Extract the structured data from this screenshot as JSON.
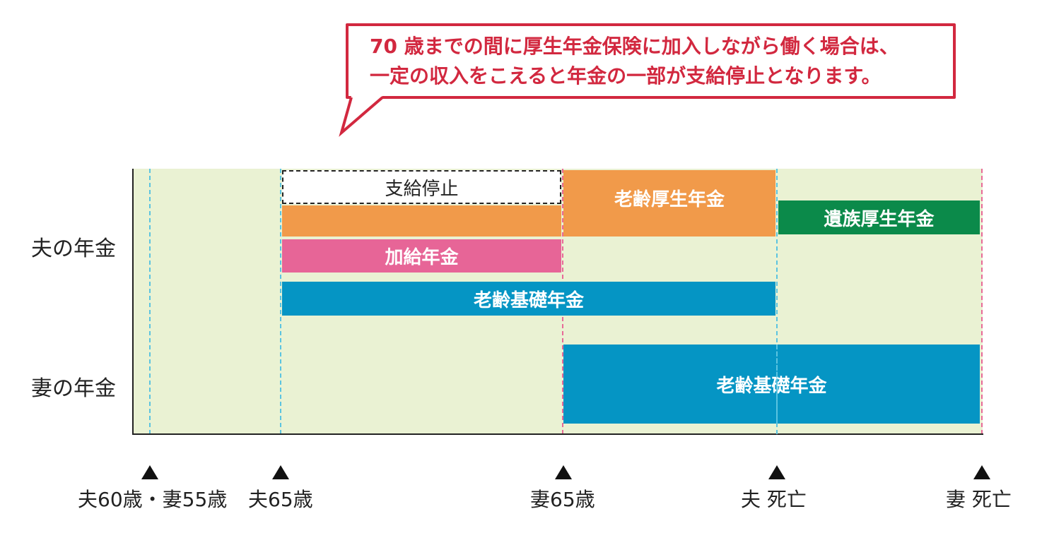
{
  "callout": {
    "line1": "70 歳までの間に厚生年金保険に加入しながら働く場合は、",
    "line2": "一定の収入をこえると年金の一部が支給停止となります。"
  },
  "rows": {
    "husband": "夫の年金",
    "wife": "妻の年金"
  },
  "bars": {
    "suspended": "支給停止",
    "old_age_employee_pension": "老齢厚生年金",
    "survivor_employee_pension": "遺族厚生年金",
    "spousal_supplement": "加給年金",
    "old_age_basic_pension_husband": "老齢基礎年金",
    "old_age_basic_pension_wife": "老齢基礎年金"
  },
  "timeline": {
    "m1": "夫60歳・妻55歳",
    "m2": "夫65歳",
    "m3": "妻65歳",
    "m4": "夫 死亡",
    "m5": "妻 死亡"
  },
  "colors": {
    "callout": "#d2283f",
    "background": "#eaf2d3",
    "orange": "#f19a4a",
    "pink": "#e76597",
    "blue": "#0595c4",
    "green": "#0b8a4a",
    "husband_line": "#5bc4e0",
    "wife_line": "#e86a98"
  }
}
